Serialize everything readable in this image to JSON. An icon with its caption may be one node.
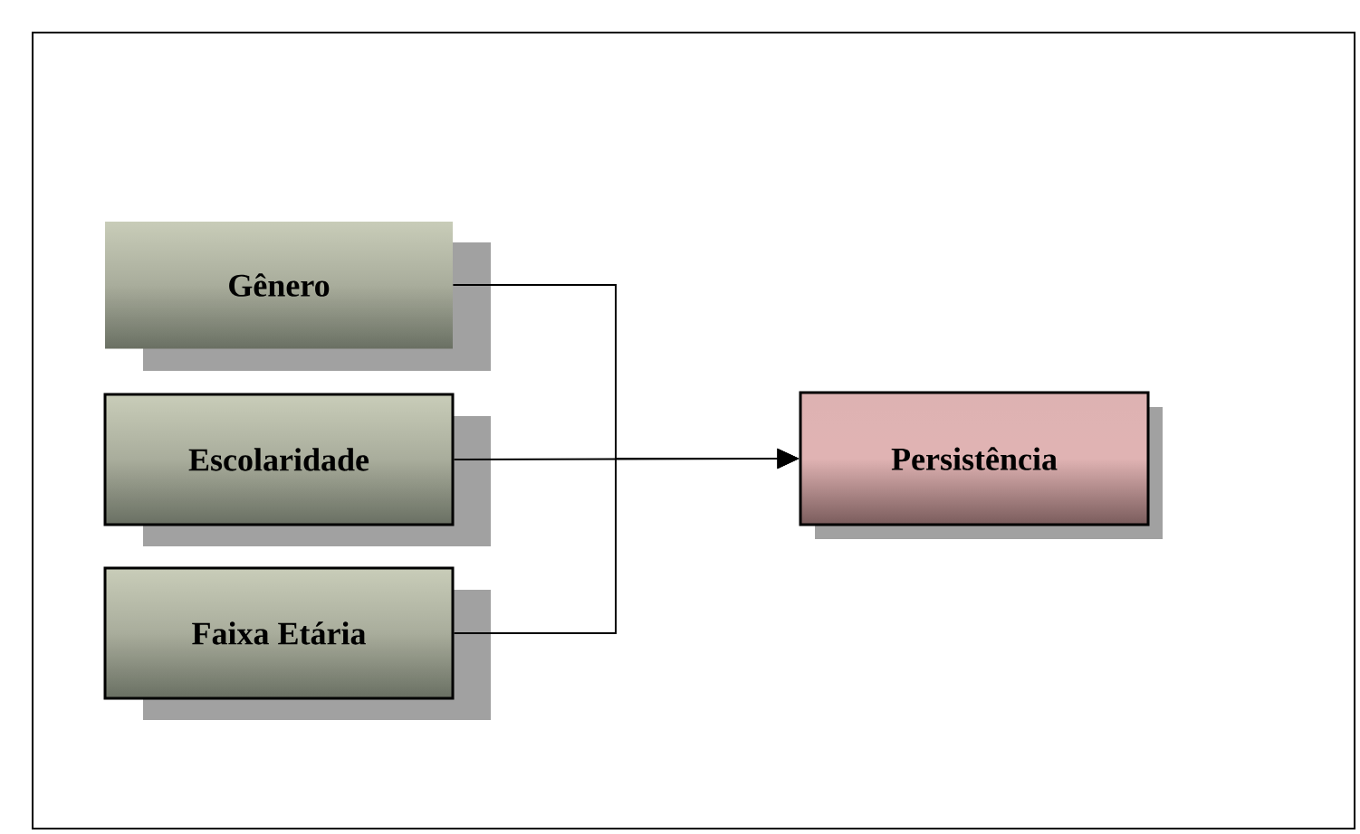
{
  "diagram": {
    "nodes": [
      {
        "text": [
          "Gênero"
        ]
      },
      {
        "text": [
          "Escolaridade"
        ]
      },
      {
        "text": [
          "Faixa Etária"
        ]
      },
      {
        "text": [
          "Persistência"
        ]
      }
    ],
    "edges": [
      {
        "from": 0,
        "to": 3,
        "arrow": "to"
      },
      {
        "from": 1,
        "to": 3,
        "arrow": "to"
      },
      {
        "from": 2,
        "to": 3,
        "arrow": "to"
      }
    ]
  }
}
